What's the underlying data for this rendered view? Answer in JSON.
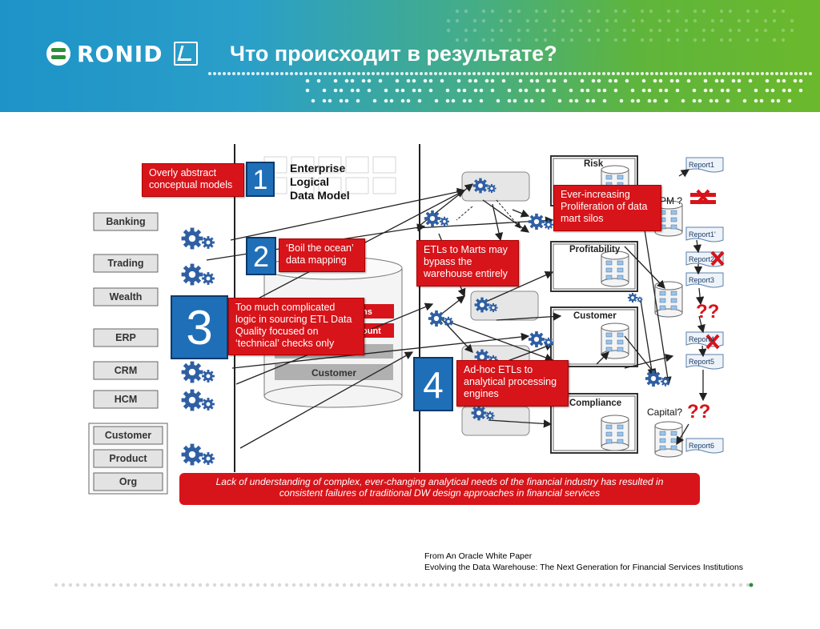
{
  "header": {
    "logo_text": "RONID",
    "title": "Что происходит в результате?"
  },
  "diagram": {
    "sources": [
      "Banking",
      "Trading",
      "Wealth",
      "ERP",
      "CRM",
      "HCM",
      "Customer",
      "Product",
      "Org"
    ],
    "model_title": [
      "Enterprise",
      "Logical",
      "Data Model"
    ],
    "cylinder_rows": [
      "ns",
      "ount",
      "Customer"
    ],
    "marts": [
      "Risk",
      "Profitability",
      "Customer",
      "Compliance"
    ],
    "reports": [
      "Report1",
      "Report1'",
      "Report2",
      "Report3",
      "Report4",
      "Report5",
      "Report6"
    ],
    "question_marks": [
      "??",
      "??"
    ],
    "fragments": [
      "PM ?",
      "Capital?"
    ],
    "callouts": [
      {
        "num": "1",
        "text": "Overly abstract conceptual models"
      },
      {
        "num": "2",
        "text": "‘Boil the ocean’ data mapping"
      },
      {
        "num": "3",
        "text": "Too much complicated logic in sourcing ETL Data Quality focused on ‘technical’ checks only"
      },
      {
        "num": "4",
        "text": "Ad-hoc ETLs to analytical processing engines"
      }
    ],
    "etl_marts_text": "ETLs to Marts may bypass the warehouse entirely",
    "proliferation_text": "Ever-increasing Proliferation of data mart silos",
    "banner": "Lack of understanding of complex, ever-changing analytical needs of the financial industry has resulted in consistent failures of traditional DW design approaches in financial services"
  },
  "source_note": {
    "line1": "From An Oracle White Paper",
    "line2": "Evolving the Data Warehouse: The Next Generation for Financial Services Institutions"
  },
  "colors": {
    "red": "#d7141a",
    "blue": "#1f6fb8",
    "gear": "#2f5fa3",
    "accent_green": "#2e8f3a"
  }
}
